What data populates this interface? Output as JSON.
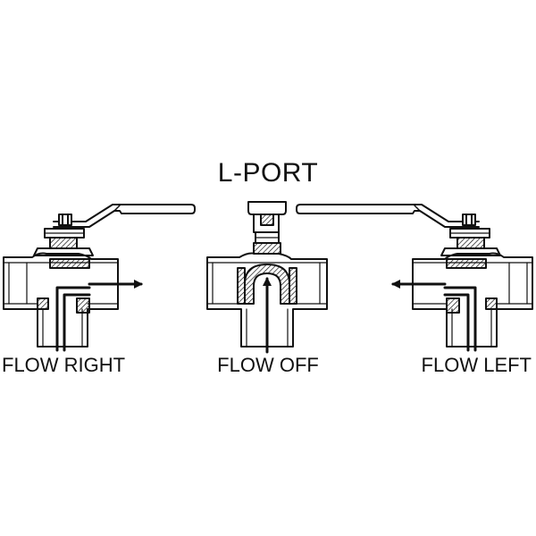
{
  "diagram": {
    "title": "L-PORT",
    "valves": [
      {
        "id": "right",
        "label": "FLOW RIGHT"
      },
      {
        "id": "off",
        "label": "FLOW OFF"
      },
      {
        "id": "left",
        "label": "FLOW LEFT"
      }
    ]
  }
}
